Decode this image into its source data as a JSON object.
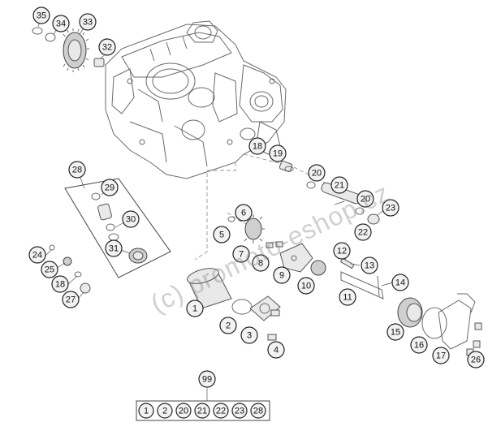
{
  "watermark": "(c) promoto-eshop.cz",
  "callouts": [
    "35",
    "34",
    "33",
    "32",
    "18",
    "19",
    "20",
    "21",
    "20",
    "23",
    "22",
    "28",
    "29",
    "30",
    "31",
    "24",
    "25",
    "18",
    "27",
    "6",
    "5",
    "7",
    "8",
    "9",
    "10",
    "12",
    "13",
    "14",
    "11",
    "1",
    "2",
    "3",
    "4",
    "15",
    "16",
    "17",
    "26",
    "99"
  ],
  "kit": {
    "label": "99",
    "items": [
      "1",
      "2",
      "20",
      "21",
      "22",
      "23",
      "28"
    ]
  }
}
